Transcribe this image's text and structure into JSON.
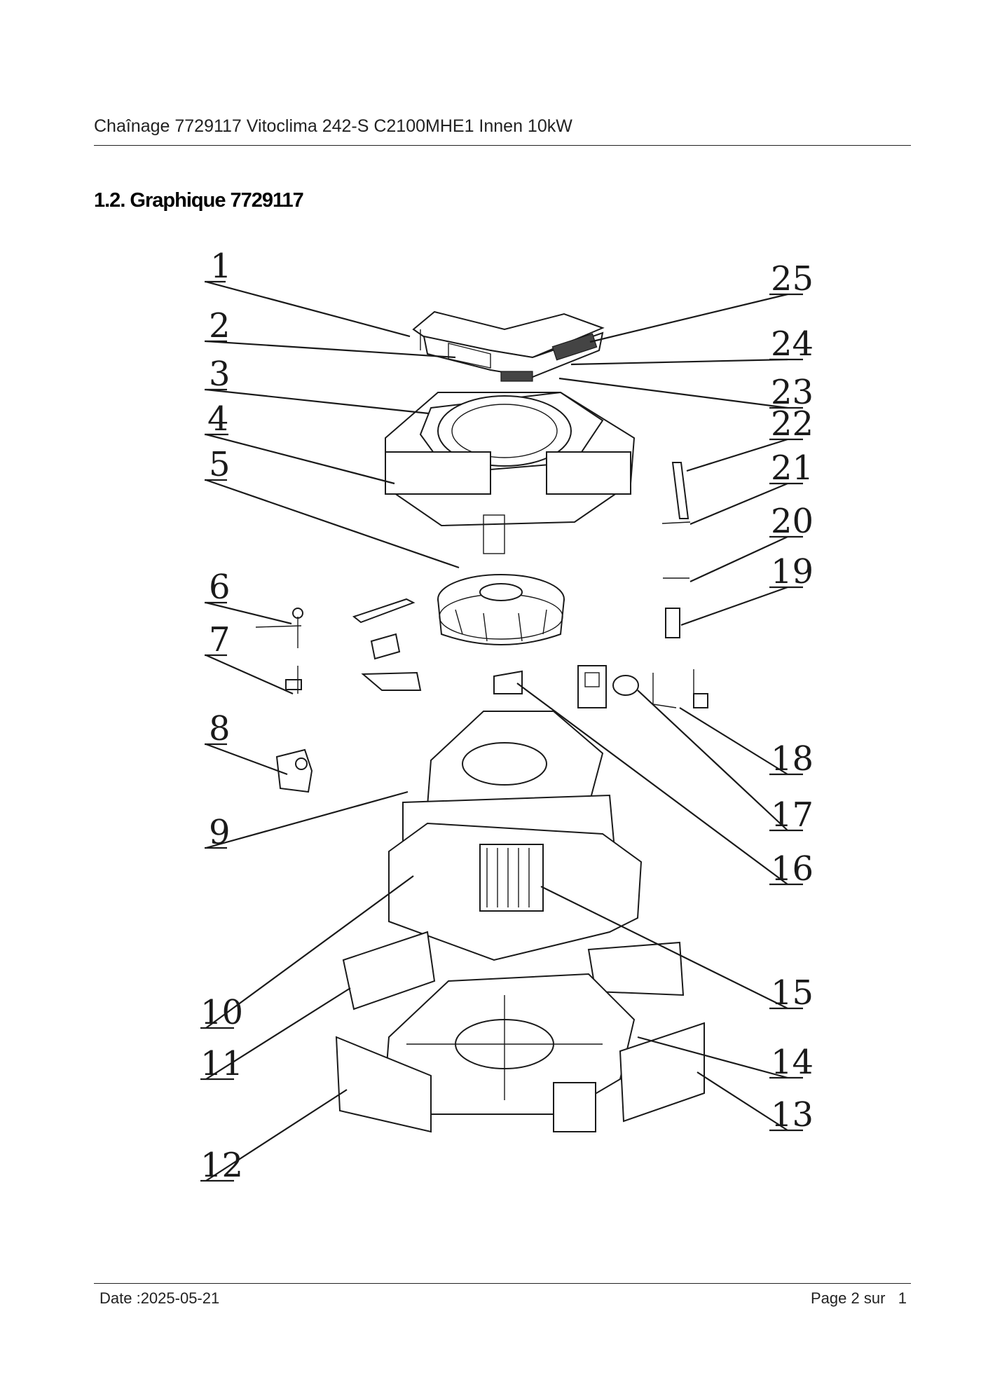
{
  "header": {
    "title": "Chaînage 7729117 Vitoclima 242-S C2100MHE1 Innen 10kW"
  },
  "section": {
    "title": "1.2. Graphique 7729117"
  },
  "diagram": {
    "callouts": [
      "1",
      "2",
      "3",
      "4",
      "5",
      "6",
      "7",
      "8",
      "9",
      "10",
      "11",
      "12",
      "13",
      "14",
      "15",
      "16",
      "17",
      "18",
      "19",
      "20",
      "21",
      "22",
      "23",
      "24",
      "25"
    ]
  },
  "footer": {
    "date": "Date :2025-05-21",
    "page_label": "Page 2 sur",
    "page_total": "1"
  }
}
